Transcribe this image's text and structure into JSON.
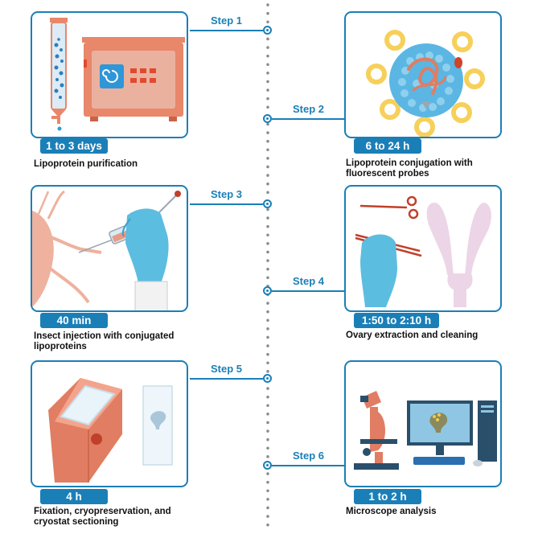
{
  "steps": [
    {
      "label": "Step 1",
      "duration": "1 to 3 days",
      "caption": "Lipoprotein purification"
    },
    {
      "label": "Step 2",
      "duration": "6 to 24 h",
      "caption": "Lipoprotein conjugation with fluorescent probes"
    },
    {
      "label": "Step 3",
      "duration": "40 min",
      "caption": "Insect injection with conjugated lipoproteins"
    },
    {
      "label": "Step 4",
      "duration": "1:50 to 2:10 h",
      "caption": "Ovary extraction and cleaning"
    },
    {
      "label": "Step 5",
      "duration": "4 h",
      "caption": "Fixation, cryopreservation, and cryostat sectioning"
    },
    {
      "label": "Step 6",
      "duration": "1 to 2 h",
      "caption": "Microscope analysis"
    }
  ],
  "colors": {
    "accent": "#1b7fb7",
    "salmon": "#e07d62",
    "glove": "#5bbde0",
    "ring": "#f6cb4a"
  },
  "icons": [
    "chromatography-column-icon",
    "lyophilizer-icon",
    "lipoprotein-particle-icon",
    "syringe-hand-icon",
    "insect-icon",
    "scissors-icon",
    "forceps-icon",
    "ovary-icon",
    "cryostat-icon",
    "slide-icon",
    "microscope-icon",
    "computer-icon"
  ]
}
